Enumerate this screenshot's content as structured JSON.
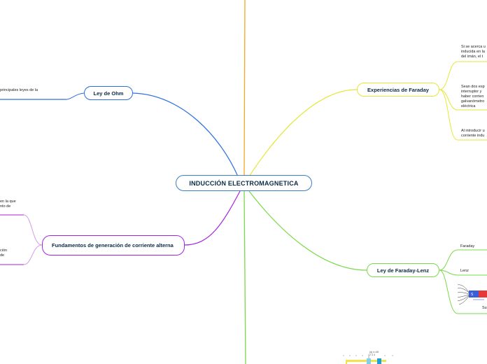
{
  "center": {
    "title": "INDUCCIÓN ELECTROMAGNETICA"
  },
  "branches": {
    "ohm": {
      "label": "Ley de Ohm",
      "color": "#2e6fe0",
      "notes": [
        "principales leyes de la"
      ]
    },
    "generacion": {
      "label": "Fundamentos de generación de corriente alterna",
      "color": "#a623e0",
      "notes": [
        "en la que\nnto de",
        "ción\nde"
      ]
    },
    "faraday": {
      "label": "Experiencias de Faraday",
      "color": "#e6e63a",
      "notes": [
        "Si se acerca u\ninducida en la\ndel imán, el t",
        "Sean dos esp\ninterruptor y\nhaber corrien\ngalvanómetro\neléctrica",
        "Al introducir u\ncorriente indu"
      ]
    },
    "lenz": {
      "label": "Ley de Faraday-Lenz",
      "color": "#7bd84a",
      "notes": [
        "Faraday",
        "Lenz",
        "Su"
      ]
    }
  },
  "colors": {
    "top_line": "#f5a623",
    "bottom_line": "#7bd84a",
    "center_border": "#3a7ec4"
  },
  "figures": {
    "magnet_icon": "bar-magnet-with-field-lines",
    "galvanometer_icon": "galvanometer-scale",
    "scale_text": "(a) n=45\n2 3 4"
  }
}
